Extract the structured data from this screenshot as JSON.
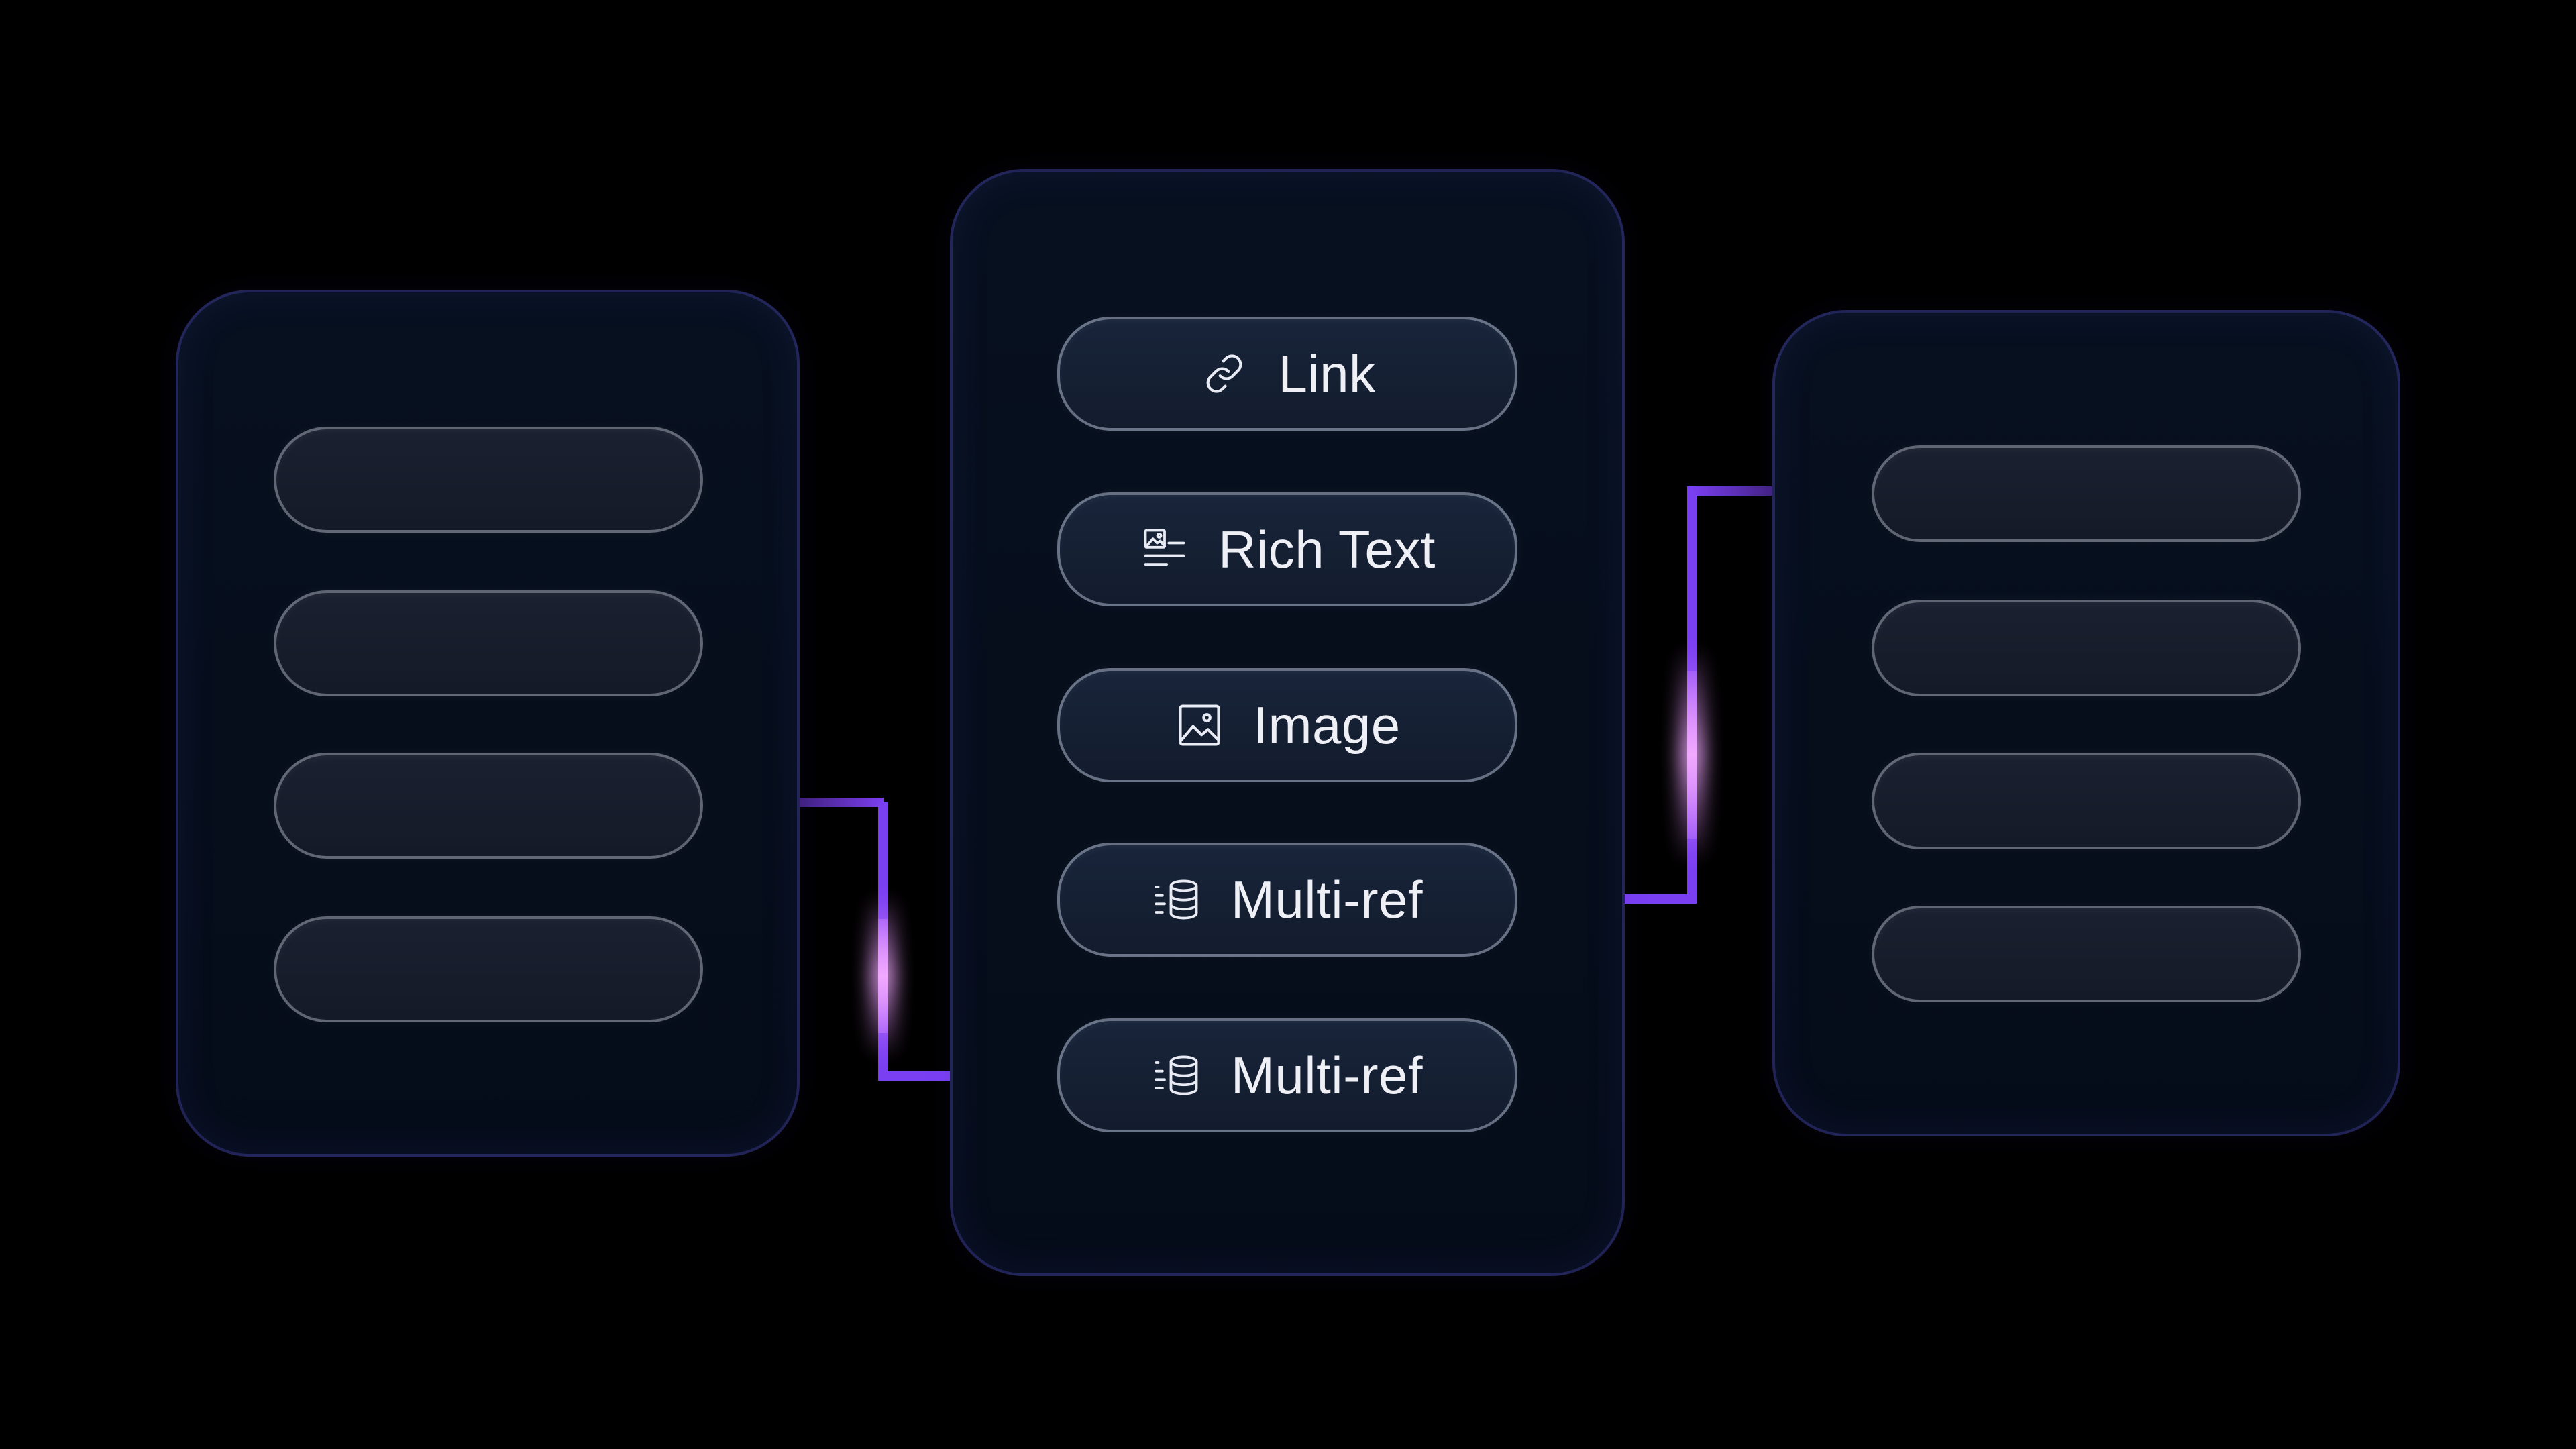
{
  "colors": {
    "background": "#000000",
    "card": "#060e1c",
    "pill": "#161d2b",
    "connector": "#7b3ff2",
    "connector_glow": "#e28cff",
    "text": "#eef0f6"
  },
  "left_panel": {
    "fields": [
      "",
      "",
      "",
      ""
    ]
  },
  "center_panel": {
    "fields": [
      {
        "icon": "link-icon",
        "label": "Link"
      },
      {
        "icon": "rich-text-icon",
        "label": "Rich Text"
      },
      {
        "icon": "image-icon",
        "label": "Image"
      },
      {
        "icon": "database-icon",
        "label": "Multi-ref"
      },
      {
        "icon": "database-icon",
        "label": "Multi-ref"
      }
    ]
  },
  "right_panel": {
    "fields": [
      "",
      "",
      "",
      ""
    ]
  },
  "connections": [
    {
      "from": "left_panel.fields.2",
      "to": "center_panel.fields.4"
    },
    {
      "from": "center_panel.fields.3",
      "to": "right_panel.fields.0"
    }
  ]
}
